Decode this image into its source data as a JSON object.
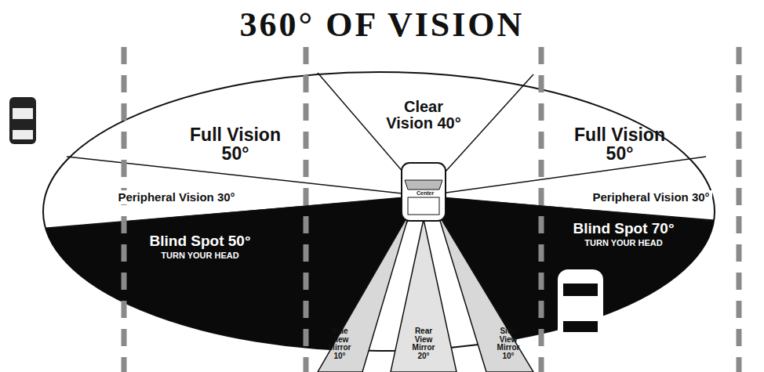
{
  "diagram": {
    "title": "360° OF VISION",
    "nodes": [
      {
        "text": [
          "Full Vision 50°"
        ]
      },
      {
        "text": [
          "Clear Vision 40°"
        ]
      },
      {
        "text": [
          "Full Vision 50°"
        ]
      },
      {
        "text": [
          "Peripheral Vision 30°"
        ]
      },
      {
        "text": [
          "Peripheral Vision 30°"
        ]
      },
      {
        "text": [
          "Blind Spot 50°",
          "TURN YOUR HEAD"
        ]
      },
      {
        "text": [
          "Blind Spot 70°",
          "TURN YOUR HEAD"
        ]
      },
      {
        "text": [
          "Side View Mirror 10°"
        ]
      },
      {
        "text": [
          "Rear View Mirror 20°"
        ]
      },
      {
        "text": [
          "Side View Mirror 10°"
        ]
      }
    ],
    "labels": [
      "Center"
    ]
  }
}
